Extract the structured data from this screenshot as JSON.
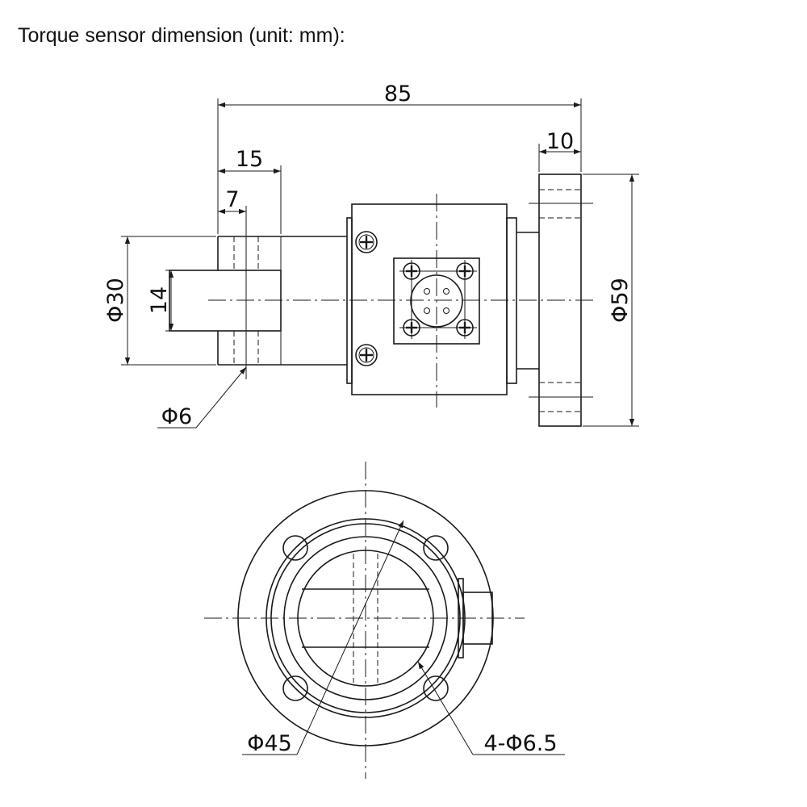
{
  "title": "Torque sensor dimension (unit: mm):",
  "side_view": {
    "overall_length": "85",
    "shaft_length": "15",
    "hole_offset": "7",
    "flange_thickness": "10",
    "shaft_diameter": "Φ30",
    "keyway_width": "14",
    "pin_hole_diameter": "Φ6",
    "flange_diameter": "Φ59"
  },
  "front_view": {
    "bolt_circle_diameter": "Φ45",
    "mounting_holes": "4-Φ6.5"
  },
  "colors": {
    "line": "#1a1a1a",
    "background": "#ffffff"
  }
}
